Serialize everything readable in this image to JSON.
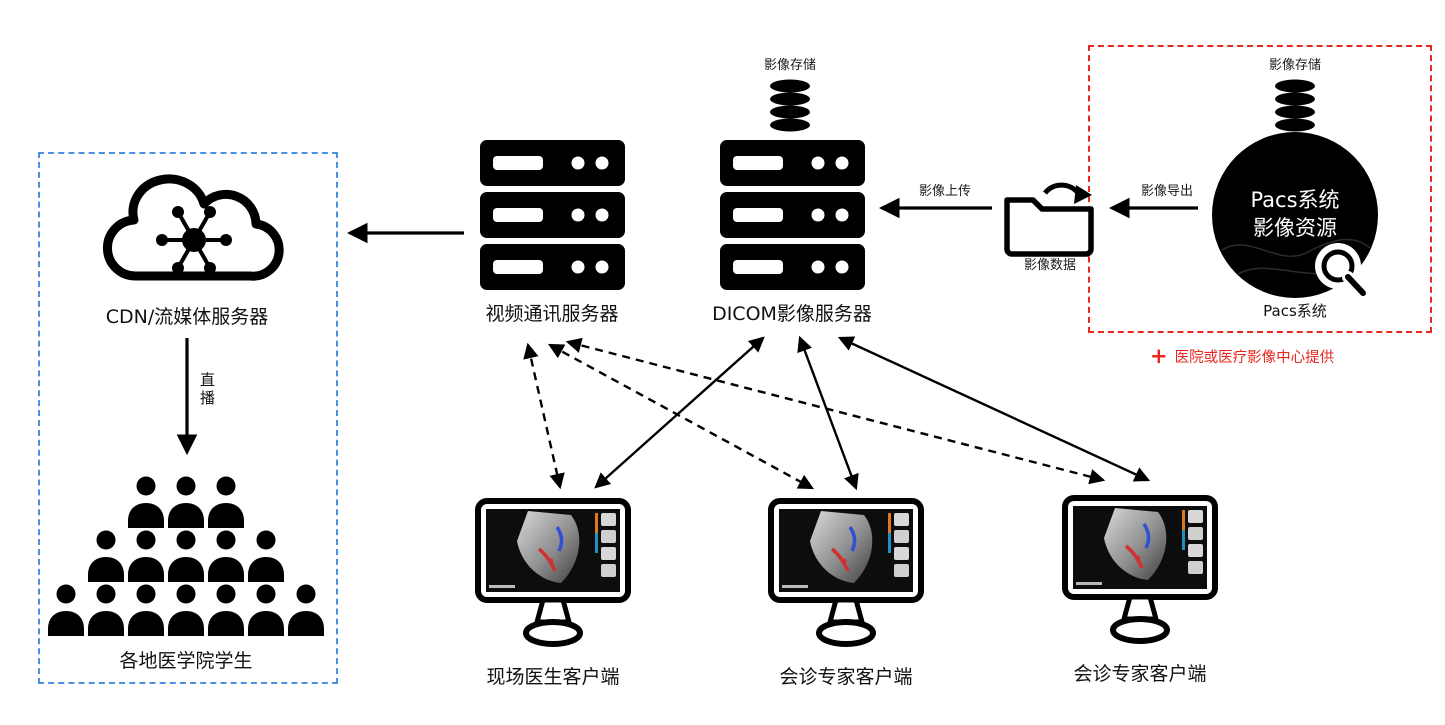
{
  "colors": {
    "accent_red": "#e8281e",
    "accent_blue": "#4a90e2",
    "ink": "#000000"
  },
  "pacs": {
    "storage_label": "影像存储",
    "circle_title": "Pacs系统",
    "circle_subtitle": "影像资源",
    "caption": "Pacs系统",
    "note_plus": "+",
    "note_text": "医院或医疗影像中心提供"
  },
  "flows": {
    "export_label": "影像导出",
    "folder_label": "影像数据",
    "upload_label": "影像上传",
    "live_label": "直播"
  },
  "servers": {
    "dicom_storage_label": "影像存储",
    "dicom_label": "DICOM影像服务器",
    "video_label": "视频通讯服务器",
    "cdn_label": "CDN/流媒体服务器"
  },
  "audience": {
    "label": "各地医学院学生"
  },
  "clients": [
    {
      "label": "现场医生客户端"
    },
    {
      "label": "会诊专家客户端"
    },
    {
      "label": "会诊专家客户端"
    }
  ]
}
